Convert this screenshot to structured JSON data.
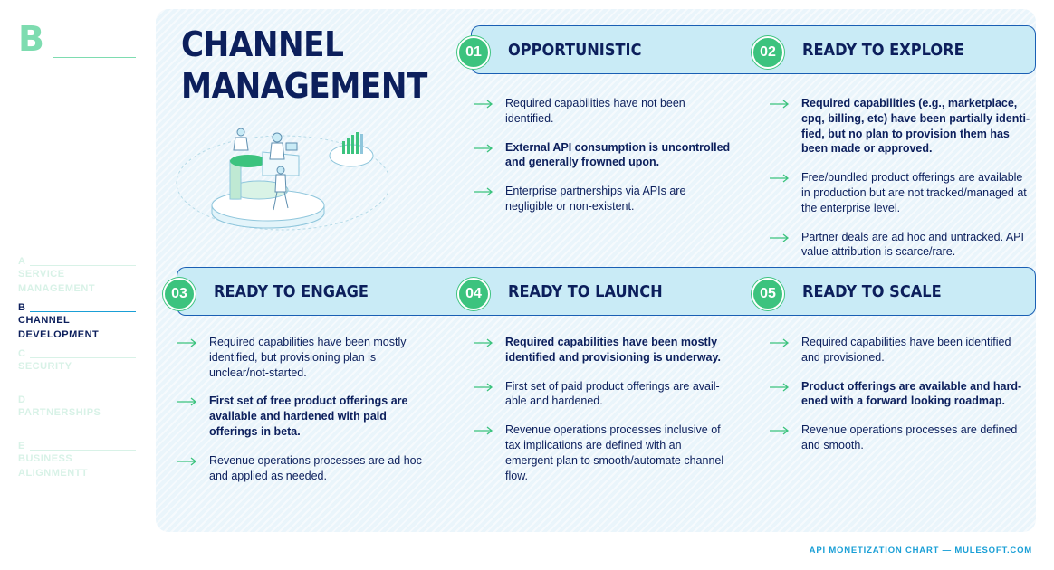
{
  "section_letter": "B",
  "title_line1": "CHANNEL",
  "title_line2": "MANAGEMENT",
  "nav": [
    {
      "letter": "A",
      "label": "SERVICE MANAGEMENT",
      "active": false
    },
    {
      "letter": "B",
      "label": "CHANNEL DEVELOPMENT",
      "active": true
    },
    {
      "letter": "C",
      "label": "SECURITY",
      "active": false
    },
    {
      "letter": "D",
      "label": "PARTNERSHIPS",
      "active": false
    },
    {
      "letter": "E",
      "label": "BUSINESS ALIGNMENTT",
      "active": false
    }
  ],
  "stages": [
    {
      "number": "01",
      "title": "OPPORTUNISTIC",
      "bullets": [
        {
          "text": "Required capabilities have not been identified.",
          "bold": false
        },
        {
          "text": "External API consumption is uncontrolled and generally frowned upon.",
          "bold": true
        },
        {
          "text": "Enterprise partnerships via APIs are negligible or non-existent.",
          "bold": false
        }
      ]
    },
    {
      "number": "02",
      "title": "READY TO EXPLORE",
      "bullets": [
        {
          "text": "Required capabilities (e.g., marketplace, cpq, billing, etc) have been partially identi-fied, but no plan to provision them has been made or approved.",
          "bold": true
        },
        {
          "text": "Free/bundled product offerings are available in production but are not tracked/managed at the enterprise level.",
          "bold": false
        },
        {
          "text": "Partner deals are ad hoc and untracked. API value attribution is scarce/rare.",
          "bold": false
        }
      ]
    },
    {
      "number": "03",
      "title": "READY TO ENGAGE",
      "bullets": [
        {
          "text": "Required capabilities have been mostly identified, but provisioning plan is unclear/not-started.",
          "bold": false
        },
        {
          "text": "First set of free product offerings are available and hardened with paid offerings in beta.",
          "bold": true
        },
        {
          "text": "Revenue operations processes are ad hoc and applied as needed.",
          "bold": false
        }
      ]
    },
    {
      "number": "04",
      "title": "READY TO LAUNCH",
      "bullets": [
        {
          "text": "Required capabilities have been mostly identified and provisioning is underway.",
          "bold": true
        },
        {
          "text": "First set of paid product offerings are avail-able and hardened.",
          "bold": false
        },
        {
          "text": "Revenue operations processes inclusive of tax implications are defined with an emergent plan to smooth/automate channel flow.",
          "bold": false
        }
      ]
    },
    {
      "number": "05",
      "title": "READY TO SCALE",
      "bullets": [
        {
          "text": "Required capabilities have been identified and provisioned.",
          "bold": false
        },
        {
          "text": "Product offerings are available and hard-ened with a forward looking roadmap.",
          "bold": true
        },
        {
          "text": "Revenue operations processes are defined and smooth.",
          "bold": false
        }
      ]
    }
  ],
  "footer": "API MONETIZATION CHART — MULESOFT.COM",
  "colors": {
    "navy": "#0c1f5c",
    "green": "#3cc37e",
    "header_fill": "#c9ebf6",
    "header_border": "#1a5fb4",
    "panel": "#eaf5fb",
    "accent_blue": "#1a9fd6"
  }
}
